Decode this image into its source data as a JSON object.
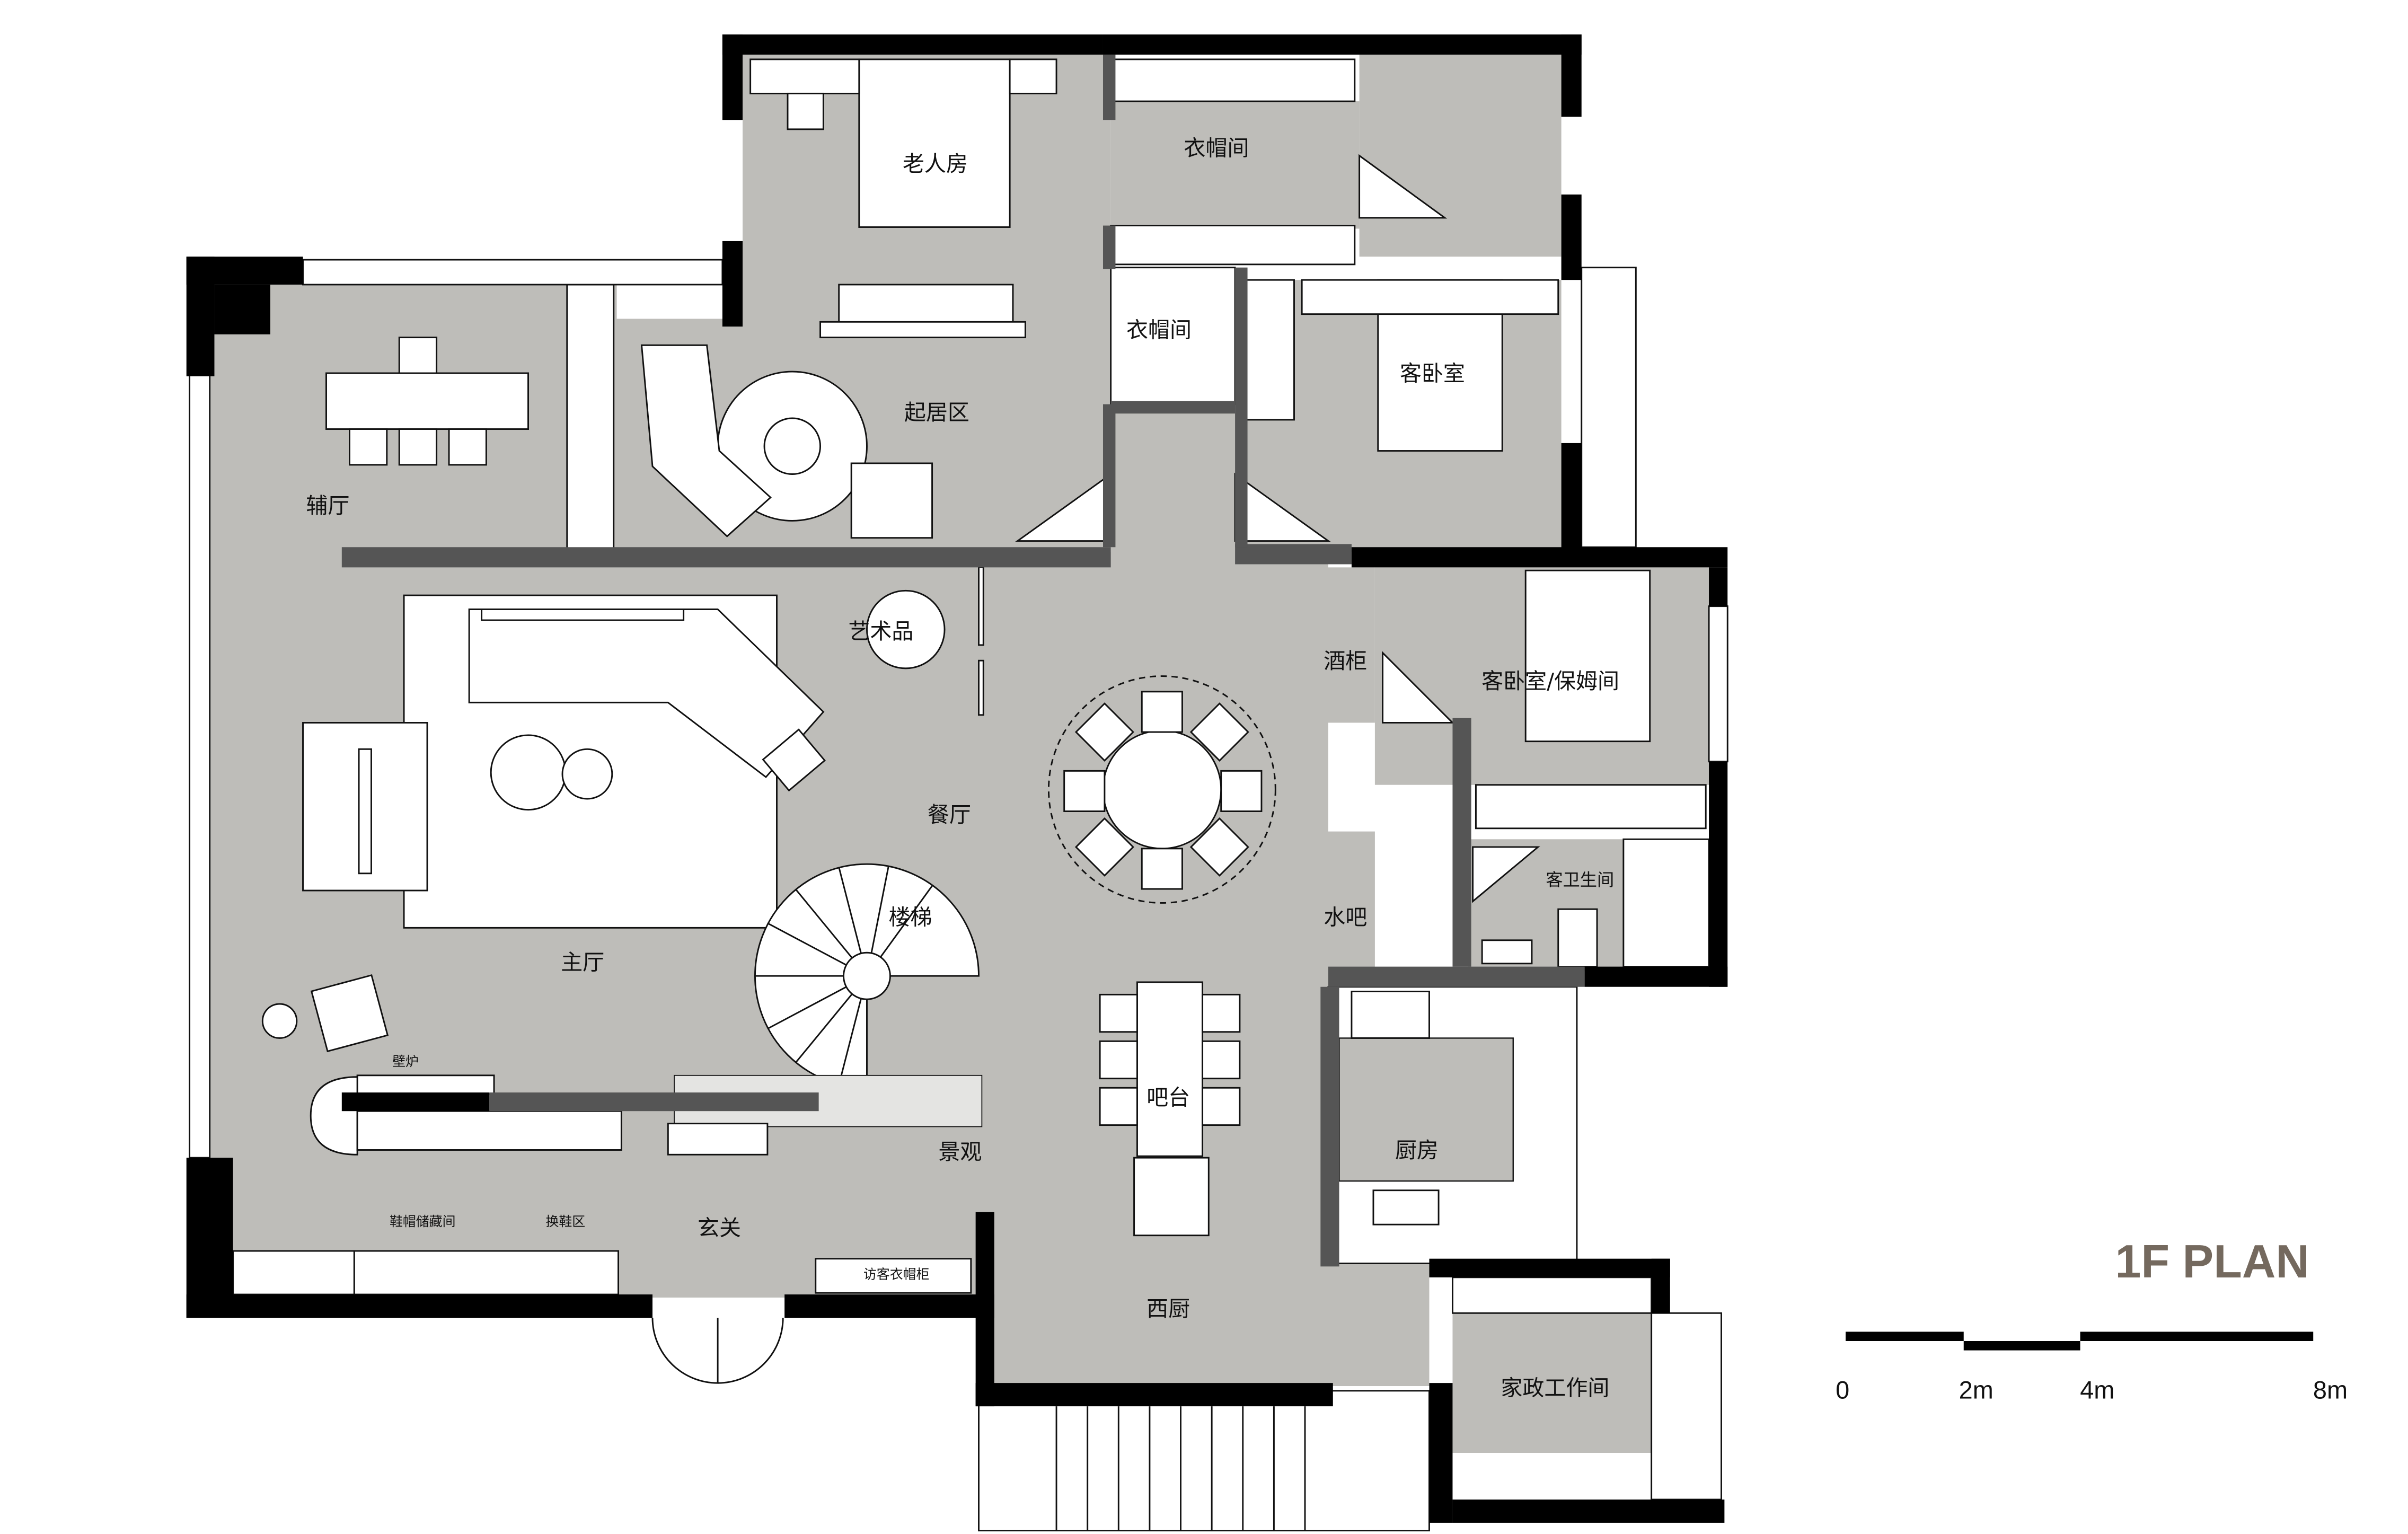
{
  "title": "1F PLAN",
  "colors": {
    "floor": "#bebdb9",
    "wall": "#000000",
    "partition": "#555555",
    "title": "#74695e"
  },
  "scale_bar": {
    "labels": [
      "0",
      "2m",
      "4m",
      "8m"
    ]
  },
  "rooms": {
    "elder_room": "老人房",
    "cloakroom_top": "衣帽间",
    "cloakroom_mid": "衣帽间",
    "living_area": "起居区",
    "guest_bedroom": "客卧室",
    "auxiliary_hall": "辅厅",
    "artwork": "艺术品",
    "wine_cabinet": "酒柜",
    "guest_maid_room": "客卧室/保姆间",
    "dining": "餐厅",
    "stairs": "楼梯",
    "main_hall": "主厅",
    "guest_bathroom": "客卫生间",
    "water_bar": "水吧",
    "fireplace": "壁炉",
    "bar_counter": "吧台",
    "kitchen": "厨房",
    "landscape": "景观",
    "shoe_storage": "鞋帽储藏间",
    "shoe_change": "换鞋区",
    "foyer": "玄关",
    "guest_closet": "访客衣帽柜",
    "western_kitchen": "西厨",
    "housekeeping_room": "家政工作间"
  }
}
